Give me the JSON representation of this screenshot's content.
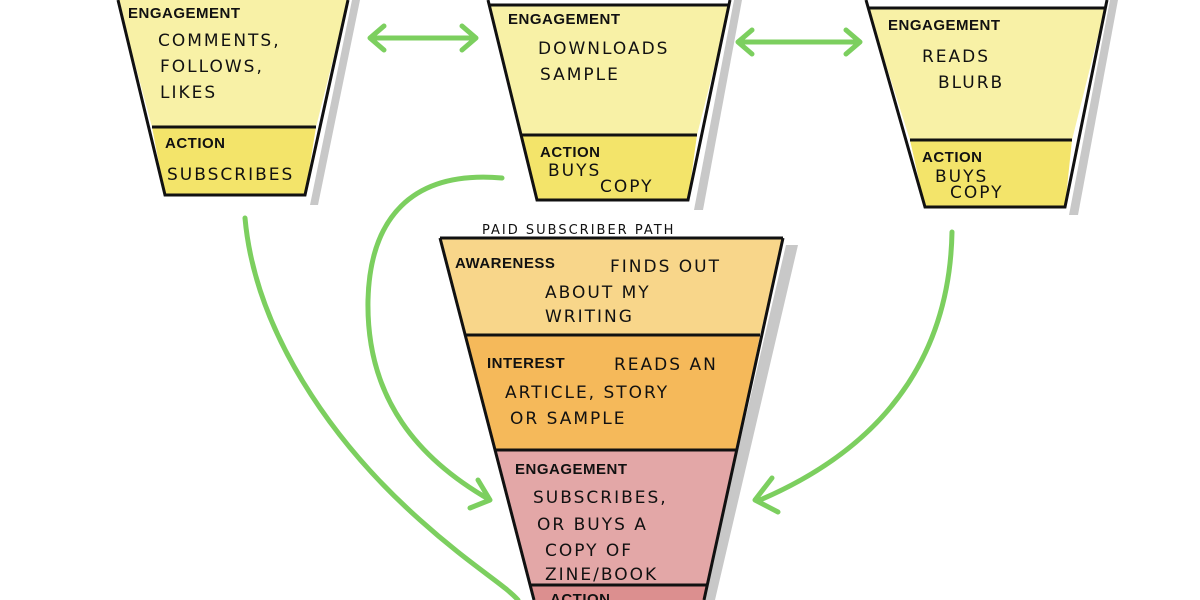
{
  "funnels": {
    "left": {
      "engagement_label": "ENGAGEMENT",
      "engagement_text": [
        "COMMENTS,",
        "FOLLOWS,",
        "LIKES"
      ],
      "action_label": "ACTION",
      "action_text": [
        "SUBSCRIBES"
      ]
    },
    "middle": {
      "engagement_label": "ENGAGEMENT",
      "engagement_text": [
        "DOWNLOADS",
        "SAMPLE"
      ],
      "action_label": "ACTION",
      "action_text": [
        "BUYS",
        "COPY"
      ]
    },
    "right": {
      "engagement_label": "ENGAGEMENT",
      "engagement_text": [
        "READS",
        "BLURB"
      ],
      "action_label": "ACTION",
      "action_text": [
        "BUYS",
        "COPY"
      ]
    },
    "paid": {
      "title": "PAID SUBSCRIBER PATH",
      "awareness_label": "AWARENESS",
      "awareness_text": [
        "FINDS OUT",
        "ABOUT MY",
        "WRITING"
      ],
      "interest_label": "INTEREST",
      "interest_text": [
        "READS AN",
        "ARTICLE, STORY",
        "OR SAMPLE"
      ],
      "engagement_label": "ENGAGEMENT",
      "engagement_text": [
        "SUBSCRIBES,",
        "OR BUYS A",
        "COPY OF",
        "ZINE/BOOK"
      ],
      "action_label": "ACTION"
    }
  },
  "colors": {
    "yellow_light": "#f8f1a6",
    "yellow_dark": "#f3e46a",
    "orange_light": "#f8d68a",
    "orange": "#f5b95a",
    "pink": "#e3a7a7",
    "green": "#7ccf5f"
  }
}
